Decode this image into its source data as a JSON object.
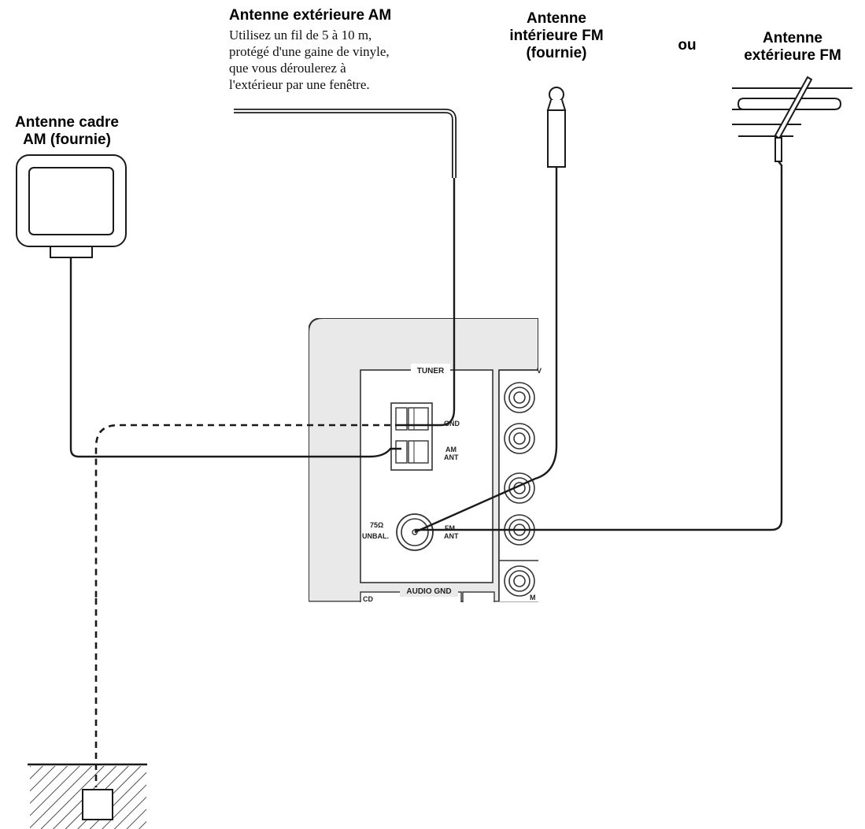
{
  "labels": {
    "am_outdoor_title": "Antenne extérieure AM",
    "am_outdoor_note": [
      "Utilisez un fil de 5 à 10 m,",
      "protégé d'une gaine de vinyle,",
      "que vous déroulerez à",
      "l'extérieur par une fenêtre."
    ],
    "fm_indoor": [
      "Antenne",
      "intérieure FM",
      "(fournie)"
    ],
    "or": "ou",
    "fm_outdoor": [
      "Antenne",
      "extérieure FM"
    ],
    "am_loop": [
      "Antenne cadre",
      "AM (fournie)"
    ]
  },
  "panel": {
    "tuner": "TUNER",
    "gnd": "GND",
    "am_ant": [
      "AM",
      "ANT"
    ],
    "ohm": [
      "75Ω",
      "UNBAL."
    ],
    "fm_ant": [
      "FM",
      "ANT"
    ],
    "audio_gnd": "AUDIO GND",
    "cd": "CD",
    "edge_top": "V",
    "edge_bottom": "M"
  },
  "colors": {
    "line": "#1a1a1a",
    "panel_fill": "#e9e9e9",
    "panel_stroke": "#333333"
  }
}
